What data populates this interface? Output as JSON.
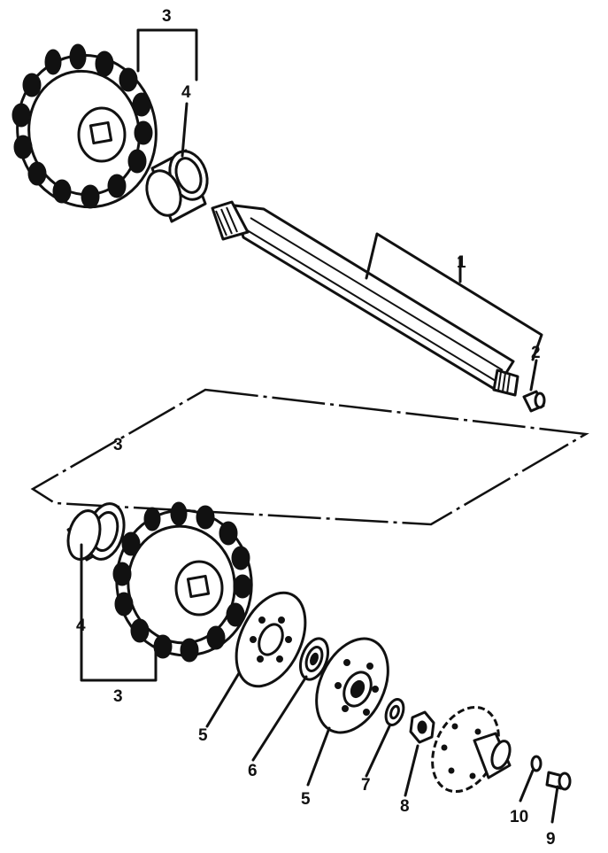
{
  "diagram": {
    "callouts": {
      "shaft": "1",
      "fitting": "2",
      "sprocket_top": "3",
      "bushing_top": "4",
      "sprocket_bottom": "3",
      "bushing_bottom": "4",
      "seal_plate_left": "5",
      "bearing": "6",
      "seal_plate_right": "5",
      "washer": "7",
      "nut": "8",
      "bolt": "9",
      "lockwasher": "10"
    }
  }
}
